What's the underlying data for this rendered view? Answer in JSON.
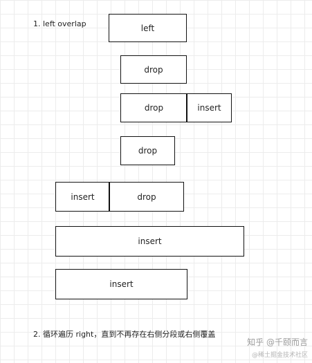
{
  "captions": {
    "step1": "1. left overlap",
    "step2": "2. 循环遍历 right，直到不再存在右侧分段或右侧覆盖"
  },
  "boxes": [
    {
      "segments": [
        "left"
      ]
    },
    {
      "segments": [
        "drop"
      ]
    },
    {
      "segments": [
        "drop",
        "insert"
      ]
    },
    {
      "segments": [
        "drop"
      ]
    },
    {
      "segments": [
        "insert",
        "drop"
      ]
    },
    {
      "segments": [
        "insert"
      ]
    },
    {
      "segments": [
        "insert"
      ]
    }
  ],
  "watermark": {
    "main": "知乎 @千颐而言",
    "sub": "@稀土掘金技术社区"
  },
  "colors": {
    "border": "#111111",
    "grid": "#ececec",
    "watermark": "#9a9a9a"
  }
}
